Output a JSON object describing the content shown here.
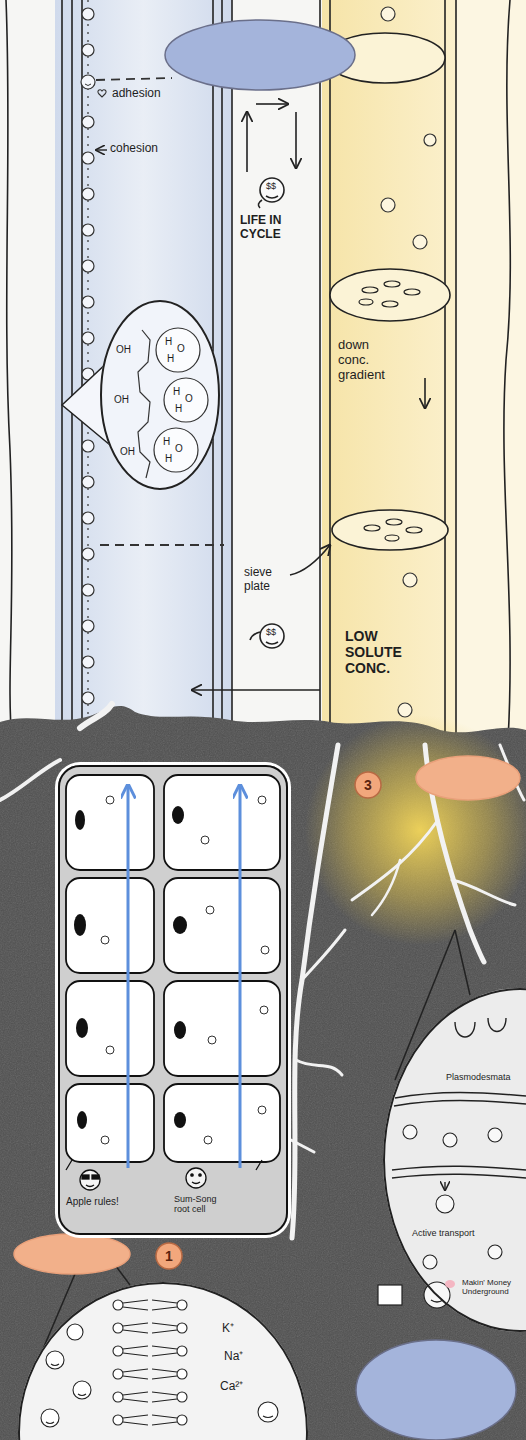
{
  "diagram": {
    "nodes": [
      {
        "text": [
          "OH",
          "H",
          "O",
          "H",
          "OH",
          "H",
          "O",
          "H",
          "OH",
          "H",
          "O",
          "H"
        ]
      },
      {
        "text": [
          "Apple rules!",
          "Sum-Song root cell"
        ]
      },
      {
        "text": [
          "3"
        ]
      },
      {
        "text": [
          "Plasmodesmata",
          "Active transport",
          "Makin' Money Underground"
        ]
      },
      {
        "text": [
          "1"
        ]
      },
      {
        "text": [
          "K⁺",
          "Na⁺",
          "Ca²⁺"
        ]
      }
    ],
    "labels": [
      "adhesion",
      "cohesion",
      "$$",
      "LIFE IN CYCLE",
      "down conc. gradient",
      "sieve plate",
      "$$",
      "LOW SOLUTE CONC."
    ]
  }
}
